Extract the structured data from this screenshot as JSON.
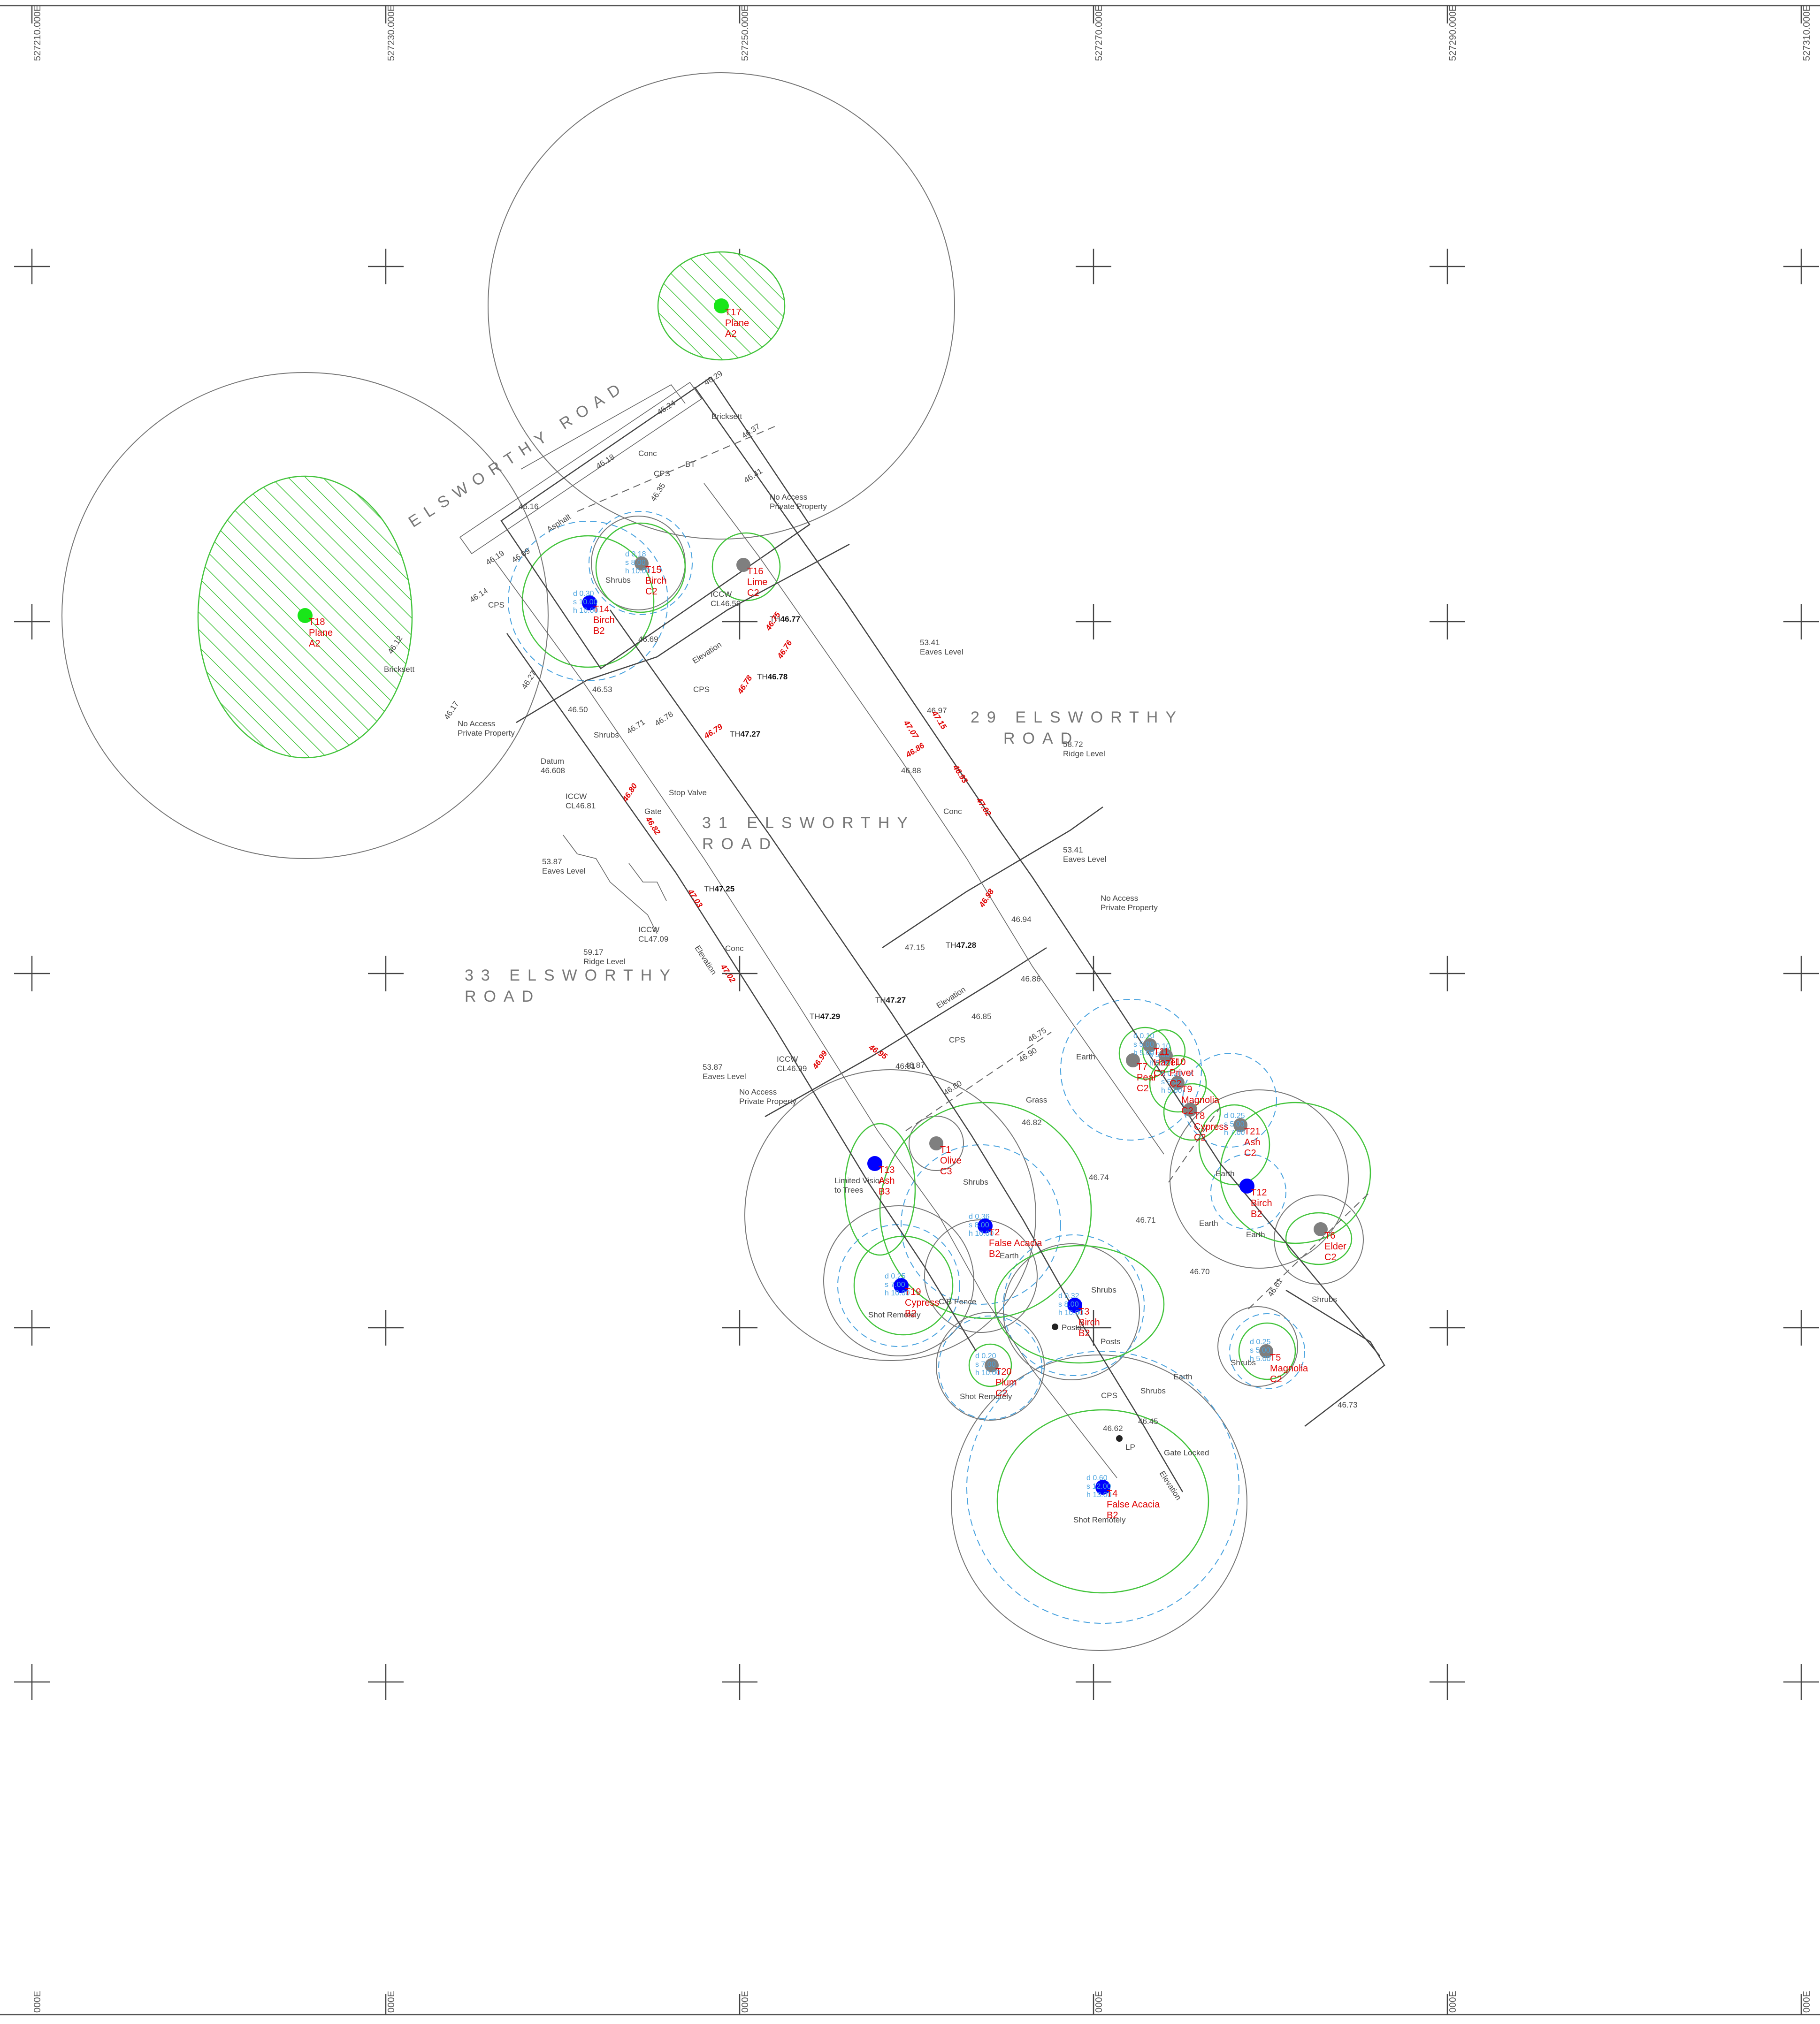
{
  "map": {
    "grid_labels": [
      "527210.000E",
      "527230.000E",
      "527250.000E",
      "527270.000E",
      "527290.000E",
      "527310.000E"
    ],
    "grid_labels_bottom": [
      "000E",
      "000E",
      "000E",
      "000E",
      "000E",
      "000E"
    ],
    "roads": {
      "elsworthy": "ELSWORTHY ROAD",
      "no29_a": "29 ELSWORTHY",
      "no29_b": "ROAD",
      "no31_a": "31 ELSWORTHY",
      "no31_b": "ROAD",
      "no33_a": "33 ELSWORTHY",
      "no33_b": "ROAD"
    },
    "notes": [
      {
        "id": "na1",
        "text": "No Access",
        "text2": "Private Property"
      },
      {
        "id": "na2",
        "text": "No Access",
        "text2": "Private Property"
      },
      {
        "id": "na3",
        "text": "No Access",
        "text2": "Private Property"
      },
      {
        "id": "na4",
        "text": "No Access",
        "text2": "Private Property"
      },
      {
        "id": "eaves1",
        "text": "53.41",
        "text2": "Eaves Level"
      },
      {
        "id": "eaves2",
        "text": "53.41",
        "text2": "Eaves Level"
      },
      {
        "id": "eaves3",
        "text": "53.87",
        "text2": "Eaves Level"
      },
      {
        "id": "eaves4",
        "text": "53.87",
        "text2": "Eaves Level"
      },
      {
        "id": "ridge1",
        "text": "58.72",
        "text2": "Ridge Level"
      },
      {
        "id": "ridge2",
        "text": "59.17",
        "text2": "Ridge Level"
      },
      {
        "id": "datum",
        "text": "Datum",
        "text2": "46.608"
      },
      {
        "id": "icw1",
        "text": "ICCW",
        "text2": "CL46.59"
      },
      {
        "id": "icw2",
        "text": "ICCW",
        "text2": "CL46.81"
      },
      {
        "id": "icw3",
        "text": "ICCW",
        "text2": "CL47.09"
      },
      {
        "id": "icw4",
        "text": "ICCW",
        "text2": "CL46.99"
      },
      {
        "id": "limited",
        "text": "Limited Vision",
        "text2": "to Trees"
      }
    ],
    "labels": {
      "bricksett": "Bricksett",
      "conc": "Conc",
      "cps": "CPS",
      "shrubs": "Shrubs",
      "grass": "Grass",
      "earth": "Earth",
      "gate_locked": "Gate Locked",
      "stop_valve": "Stop Valve",
      "gate": "Gate",
      "lp": "LP",
      "bt": "BT",
      "shot_remotely": "Shot Remotely",
      "elevation": "Elevation",
      "fence": "C/B Fence",
      "posts": "Posts",
      "asphalt": "Asphalt"
    },
    "levels": [
      "46.29",
      "46.24",
      "46.37",
      "46.41",
      "46.18",
      "46.16",
      "46.14",
      "46.19",
      "46.09",
      "46.50",
      "46.53",
      "46.69",
      "46.71",
      "46.78",
      "46.80",
      "46.82",
      "46.85",
      "46.86",
      "46.87",
      "46.74",
      "46.73",
      "46.71",
      "46.70",
      "46.75",
      "46.90",
      "46.97",
      "46.88",
      "46.81",
      "46.62",
      "47.15",
      "46.94",
      "46.61",
      "46.12",
      "46.17",
      "46.27",
      "46.35",
      "46.45"
    ],
    "th_levels": [
      {
        "id": "th1",
        "prefix": "TH",
        "value": "46.77"
      },
      {
        "id": "th2",
        "prefix": "TH",
        "value": "46.78"
      },
      {
        "id": "th3",
        "prefix": "TH",
        "value": "47.27"
      },
      {
        "id": "th4",
        "prefix": "TH",
        "value": "47.25"
      },
      {
        "id": "th5",
        "prefix": "TH",
        "value": "47.28"
      },
      {
        "id": "th6",
        "prefix": "TH",
        "value": "47.27"
      },
      {
        "id": "th7",
        "prefix": "TH",
        "value": "47.29"
      }
    ],
    "red_levels": [
      "46.75",
      "46.76",
      "46.78",
      "46.79",
      "46.80",
      "46.82",
      "47.03",
      "47.02",
      "46.99",
      "46.95",
      "47.07",
      "47.15",
      "46.86",
      "46.93",
      "47.02",
      "46.98"
    ],
    "trees": [
      {
        "id": "T1",
        "species": "Olive",
        "grade": "C3",
        "dot": "grey"
      },
      {
        "id": "T2",
        "species": "False Acacia",
        "grade": "B2",
        "dot": "blue",
        "dims": [
          "d  0.36",
          "s  8.00",
          "h  10.00"
        ]
      },
      {
        "id": "T3",
        "species": "Birch",
        "grade": "B2",
        "dot": "blue",
        "dims": [
          "d  0.32",
          "s  8.00",
          "h  10.00"
        ]
      },
      {
        "id": "T4",
        "species": "False Acacia",
        "grade": "B2",
        "dot": "blue",
        "dims": [
          "d  0.60",
          "s  12.00",
          "h  13.00"
        ]
      },
      {
        "id": "T5",
        "species": "Magnolia",
        "grade": "C2",
        "dot": "grey",
        "dims": [
          "d  0.25",
          "s  5.00",
          "h  5.00"
        ]
      },
      {
        "id": "T6",
        "species": "Elder",
        "grade": "C2",
        "dot": "grey"
      },
      {
        "id": "T7",
        "species": "Pear",
        "grade": "C2",
        "dot": "grey"
      },
      {
        "id": "T8",
        "species": "Cypress",
        "grade": "C2",
        "dot": "grey"
      },
      {
        "id": "T9",
        "species": "Magnolia",
        "grade": "C2",
        "dot": "grey",
        "dims": [
          "d  0.20",
          "s  5.00",
          "h  5.00"
        ]
      },
      {
        "id": "T10",
        "species": "Privet",
        "grade": "C2",
        "dot": "grey",
        "dims": [
          "d  0.10",
          "s  5.00",
          "h  5.00"
        ]
      },
      {
        "id": "T11",
        "species": "Hazel",
        "grade": "C2",
        "dot": "grey",
        "dims": [
          "d  0.10",
          "s  5.00",
          "h  5.00"
        ]
      },
      {
        "id": "T12",
        "species": "Birch",
        "grade": "B2",
        "dot": "blue"
      },
      {
        "id": "T13",
        "species": "Ash",
        "grade": "B3",
        "dot": "blue"
      },
      {
        "id": "T14",
        "species": "Birch",
        "grade": "B2",
        "dot": "blue",
        "dims": [
          "d  0.30",
          "s  10.00",
          "h  10.00"
        ]
      },
      {
        "id": "T15",
        "species": "Birch",
        "grade": "C2",
        "dot": "grey",
        "dims": [
          "d  0.18",
          "s  8.00",
          "h  10.00"
        ]
      },
      {
        "id": "T16",
        "species": "Lime",
        "grade": "C2",
        "dot": "grey"
      },
      {
        "id": "T17",
        "species": "Plane",
        "grade": "A2",
        "dot": "green"
      },
      {
        "id": "T18",
        "species": "Plane",
        "grade": "A2",
        "dot": "green"
      },
      {
        "id": "T19",
        "species": "Cypress",
        "grade": "B2",
        "dot": "blue",
        "dims": [
          "d  0.25",
          "s  7.00",
          "h  10.00"
        ]
      },
      {
        "id": "T20",
        "species": "Plum",
        "grade": "C2",
        "dot": "grey",
        "dims": [
          "d  0.20",
          "s  7.00",
          "h  10.00"
        ]
      },
      {
        "id": "T21",
        "species": "Ash",
        "grade": "C2",
        "dot": "grey",
        "dims": [
          "d  0.25",
          "s  5.00",
          "h  7.00"
        ]
      }
    ],
    "colors": {
      "green_dot": "#19e619",
      "blue_dot": "#0000ff",
      "grey_dot": "#7f7f7f",
      "rpa": "#43c43c",
      "canopy": "#4aa3df",
      "label_red": "#e00000"
    }
  }
}
